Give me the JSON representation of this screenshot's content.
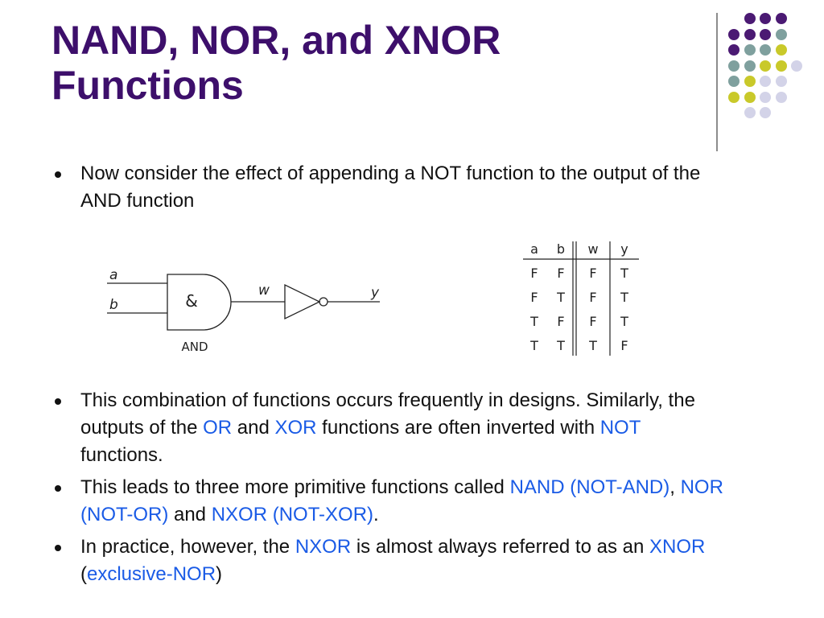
{
  "title": {
    "line1": "NAND, NOR, and XNOR",
    "line2": "Functions"
  },
  "colors": {
    "title": "#3d0f6b",
    "highlight": "#1a5be6",
    "dot_purple": "#4b1a73",
    "dot_teal": "#7fa09e",
    "dot_yellow": "#c9c92a",
    "dot_lavender": "#d3d3e8"
  },
  "bullet1": {
    "text": "Now consider the effect of appending a NOT function to the output of the AND function"
  },
  "gate": {
    "input_a": "a",
    "input_b": "b",
    "symbol": "&",
    "wire_w": "w",
    "output_y": "y",
    "caption": "AND"
  },
  "truth_table": {
    "headers": [
      "a",
      "b",
      "w",
      "y"
    ],
    "rows": [
      [
        "F",
        "F",
        "F",
        "T"
      ],
      [
        "F",
        "T",
        "F",
        "T"
      ],
      [
        "T",
        "F",
        "F",
        "T"
      ],
      [
        "T",
        "T",
        "T",
        "F"
      ]
    ]
  },
  "bullet2": {
    "p1": "This combination of functions occurs frequently in designs. Similarly, the outputs of the ",
    "or": "OR",
    "p2": " and ",
    "xor": "XOR",
    "p3": " functions are often inverted with ",
    "not": "NOT",
    "p4": " functions."
  },
  "bullet3": {
    "p1": "This leads to three more primitive functions called ",
    "nand": "NAND (NOT-AND)",
    "p2": ", ",
    "nor": "NOR (NOT-OR)",
    "p3": " and ",
    "nxor": "NXOR (NOT-XOR)",
    "p4": "."
  },
  "bullet4": {
    "p1": "In practice, however, the ",
    "nxor": "NXOR",
    "p2": " is almost always referred to as an ",
    "xnor": "XNOR",
    "p3": " (",
    "exclusive_nor": "exclusive-NOR",
    "p4": ")"
  }
}
